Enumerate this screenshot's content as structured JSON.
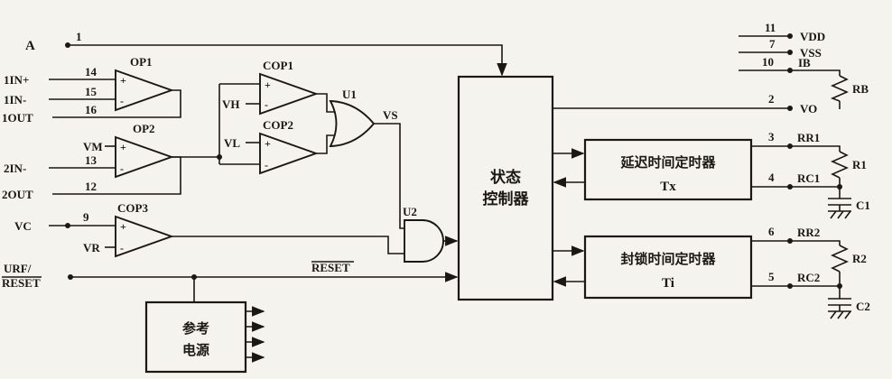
{
  "colors": {
    "bg": "#f5f3ee",
    "ink": "#1b1713"
  },
  "left": {
    "a": {
      "label": "A",
      "pin": "1"
    },
    "in1p": {
      "label": "1IN+",
      "pin": "14"
    },
    "in1n": {
      "label": "1IN-",
      "pin": "15"
    },
    "out1": {
      "label": "1OUT",
      "pin": "16"
    },
    "in2n": {
      "label": "2IN-",
      "pin": "13"
    },
    "out2": {
      "label": "2OUT",
      "pin": "12"
    },
    "vc": {
      "label": "VC",
      "pin": "9"
    },
    "rst": {
      "label1": "URF/",
      "label2": "RESET"
    }
  },
  "amp": {
    "op1": "OP1",
    "op2": "OP2",
    "cop1": "COP1",
    "cop2": "COP2",
    "cop3": "COP3",
    "plus": "+",
    "minus": "-"
  },
  "ref": {
    "vm": "VM",
    "vh": "VH",
    "vl": "VL",
    "vr": "VR"
  },
  "gate": {
    "u1": "U1",
    "u2": "U2",
    "vs": "VS",
    "reset": "RESET"
  },
  "block": {
    "ctrl1": "状态",
    "ctrl2": "控制器",
    "tx1": "延迟时间定时器",
    "tx2": "Tx",
    "ti1": "封锁时间定时器",
    "ti2": "Ti",
    "pow1": "参考",
    "pow2": "电源"
  },
  "right": {
    "vdd": {
      "pin": "11",
      "label": "VDD"
    },
    "vss": {
      "pin": "7",
      "label": "VSS"
    },
    "ib": {
      "pin": "10",
      "label": "IB"
    },
    "vo": {
      "pin": "2",
      "label": "VO"
    },
    "rr1": {
      "pin": "3",
      "label": "RR1"
    },
    "rc1": {
      "pin": "4",
      "label": "RC1"
    },
    "rr2": {
      "pin": "6",
      "label": "RR2"
    },
    "rc2": {
      "pin": "5",
      "label": "RC2"
    }
  },
  "comp": {
    "rb": "RB",
    "r1": "R1",
    "c1": "C1",
    "r2": "R2",
    "c2": "C2"
  }
}
